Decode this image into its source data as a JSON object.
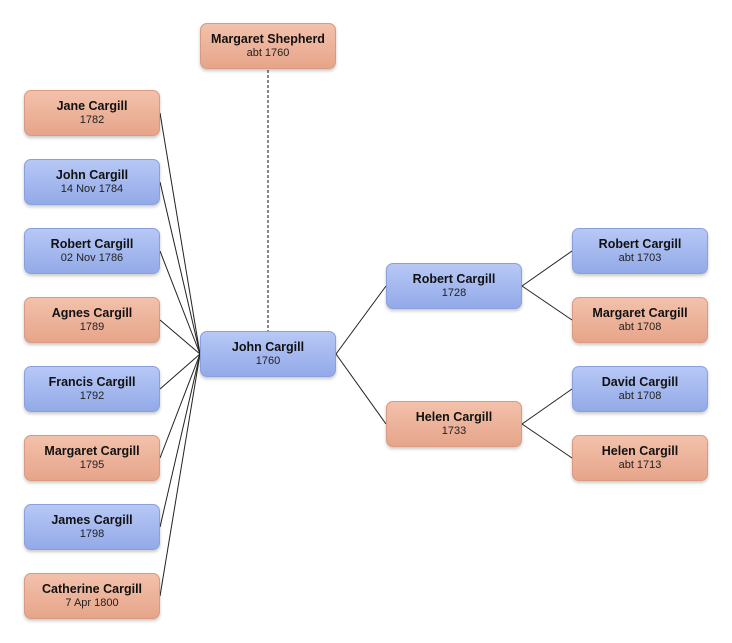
{
  "spouse": {
    "name": "Margaret Shepherd",
    "date": "abt 1760",
    "gender": "female"
  },
  "focus": {
    "name": "John Cargill",
    "date": "1760",
    "gender": "male"
  },
  "children": [
    {
      "name": "Jane Cargill",
      "date": "1782",
      "gender": "female"
    },
    {
      "name": "John Cargill",
      "date": "14 Nov 1784",
      "gender": "male"
    },
    {
      "name": "Robert Cargill",
      "date": "02 Nov 1786",
      "gender": "male"
    },
    {
      "name": "Agnes Cargill",
      "date": "1789",
      "gender": "female"
    },
    {
      "name": "Francis Cargill",
      "date": "1792",
      "gender": "male"
    },
    {
      "name": "Margaret Cargill",
      "date": "1795",
      "gender": "female"
    },
    {
      "name": "James Cargill",
      "date": "1798",
      "gender": "male"
    },
    {
      "name": "Catherine Cargill",
      "date": "7 Apr 1800",
      "gender": "female"
    }
  ],
  "parents": [
    {
      "name": "Robert Cargill",
      "date": "1728",
      "gender": "male"
    },
    {
      "name": "Helen Cargill",
      "date": "1733",
      "gender": "female"
    }
  ],
  "grandparents": [
    {
      "name": "Robert Cargill",
      "date": "abt 1703",
      "gender": "male"
    },
    {
      "name": "Margaret Cargill",
      "date": "abt 1708",
      "gender": "female"
    },
    {
      "name": "David Cargill",
      "date": "abt 1708",
      "gender": "male"
    },
    {
      "name": "Helen Cargill",
      "date": "abt 1713",
      "gender": "female"
    }
  ],
  "colors": {
    "male": "#a6b9f0",
    "female": "#edb39a",
    "line": "#222222"
  }
}
